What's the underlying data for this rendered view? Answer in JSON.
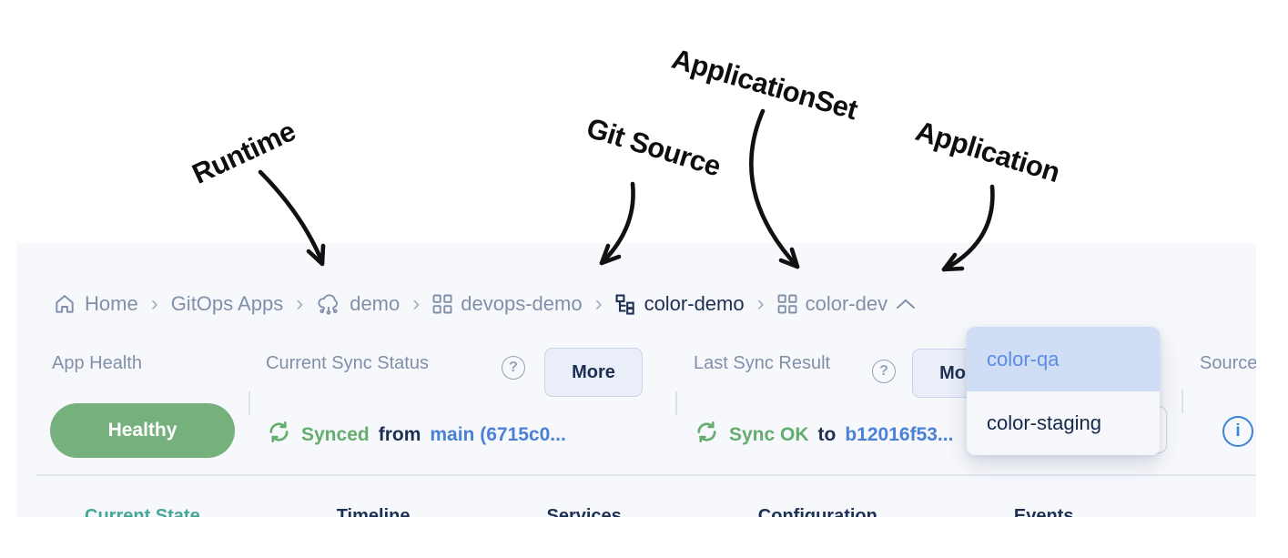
{
  "annotations": {
    "runtime": "Runtime",
    "git_source": "Git Source",
    "application_set": "ApplicationSet",
    "application": "Application"
  },
  "breadcrumb": {
    "separator": "›",
    "items": [
      {
        "label": "Home"
      },
      {
        "label": "GitOps Apps"
      },
      {
        "label": "demo"
      },
      {
        "label": "devops-demo"
      },
      {
        "label": "color-demo"
      },
      {
        "label": "color-dev"
      }
    ]
  },
  "status_bar": {
    "app_health": {
      "label": "App Health",
      "badge": "Healthy"
    },
    "current_sync": {
      "label": "Current Sync Status",
      "help_glyph": "?",
      "more": "More",
      "status": "Synced",
      "preposition": "from",
      "revision": "main (6715c0..."
    },
    "last_sync": {
      "label": "Last Sync Result",
      "help_glyph": "?",
      "more": "More",
      "status": "Sync OK",
      "preposition": "to",
      "revision": "b12016f53..."
    },
    "source": {
      "label": "Source",
      "info_glyph": "i"
    }
  },
  "application_dropdown": {
    "items": [
      {
        "label": "color-qa"
      },
      {
        "label": "color-staging"
      }
    ]
  },
  "tabs": [
    {
      "label": "Current State"
    },
    {
      "label": "Timeline"
    },
    {
      "label": "Services"
    },
    {
      "label": "Configuration"
    },
    {
      "label": "Events"
    }
  ],
  "colors": {
    "panel_bg": "#f7f8fc",
    "healthy_green": "#76b17d",
    "synced_green": "#64ad6f",
    "link_blue": "#4a80d6",
    "dark_navy": "#1d2f52",
    "slate": "#7f90a8",
    "active_tab_teal": "#45a795",
    "dropdown_highlight": "#cfdef5",
    "dropdown_highlight_text": "#5c8be1",
    "info_blue": "#3b82d8"
  }
}
